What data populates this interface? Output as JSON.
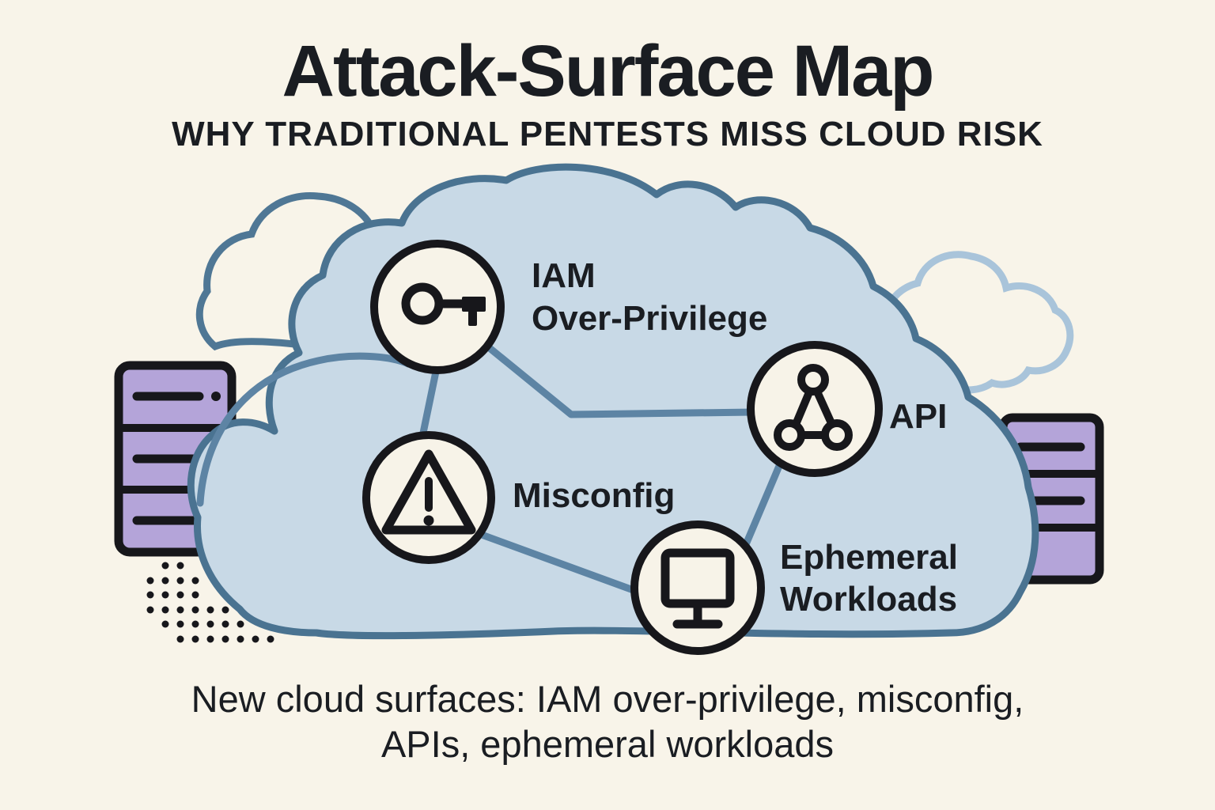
{
  "title": "Attack-Surface Map",
  "subtitle": "WHY TRADITIONAL PENTESTS MISS CLOUD RISK",
  "caption": {
    "lines": [
      "New cloud surfaces: IAM over-privilege, misconfig,",
      "APIs, ephemeral workloads"
    ]
  },
  "colors": {
    "background": "#f8f4e9",
    "cloud_fill": "#c8d9e6",
    "cloud_outline": "#4a7391",
    "connector": "#5d84a4",
    "small_cloud_outline_left": "#4f7795",
    "small_cloud_outline_right": "#a9c4da",
    "server_fill": "#b4a4d9",
    "ink": "#17171b",
    "node_fill": "#f7f3e8",
    "text": "#1a1d22"
  },
  "diagram": {
    "nodes": [
      {
        "id": "iam",
        "icon": "key-icon",
        "lines": [
          "IAM",
          "Over-Privilege"
        ]
      },
      {
        "id": "misconfig",
        "icon": "warning-icon",
        "lines": [
          "Misconfig"
        ]
      },
      {
        "id": "api",
        "icon": "network-icon",
        "lines": [
          "API"
        ]
      },
      {
        "id": "ephemeral",
        "icon": "monitor-icon",
        "lines": [
          "Ephemeral",
          "Workloads"
        ]
      }
    ],
    "edges": [
      [
        "iam",
        "misconfig"
      ],
      [
        "iam",
        "api"
      ],
      [
        "api",
        "ephemeral"
      ],
      [
        "misconfig",
        "ephemeral"
      ]
    ]
  }
}
